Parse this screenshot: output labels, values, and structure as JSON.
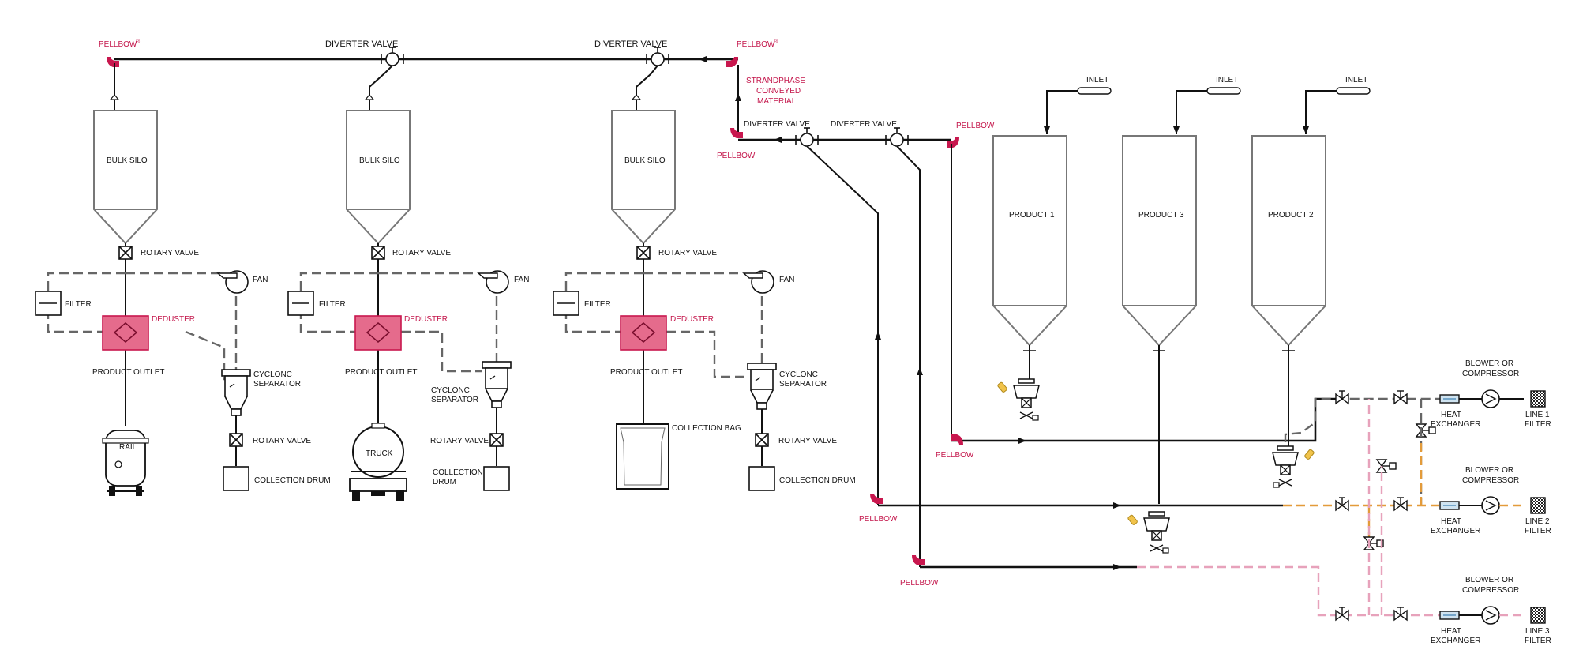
{
  "labels": {
    "pellbow": "PELLBOW",
    "reg": "®",
    "diverter_valve": "DIVERTER VALVE",
    "strandphase_1": "STRANDPHASE",
    "strandphase_2": "CONVEYED",
    "strandphase_3": "MATERIAL",
    "bulk_silo": "BULK SILO",
    "rotary_valve": "ROTARY VALVE",
    "fan": "FAN",
    "filter": "FILTER",
    "deduster": "DEDUSTER",
    "product_outlet": "PRODUCT OUTLET",
    "cyclonc": "CYCLONC",
    "separator": "SEPARATOR",
    "collection_drum": "COLLECTION DRUM",
    "collection": "COLLECTION",
    "drum": "DRUM",
    "rail": "RAIL",
    "truck": "TRUCK",
    "collection_bag": "COLLECTION BAG",
    "inlet": "INLET",
    "product_1": "PRODUCT 1",
    "product_3": "PRODUCT 3",
    "product_2": "PRODUCT 2",
    "blower_1": "BLOWER OR",
    "blower_2": "COMPRESSOR",
    "heat_1": "HEAT",
    "heat_2": "EXCHANGER",
    "line1_1": "LINE 1",
    "line2_1": "LINE 2",
    "line3_1": "LINE 3",
    "line_filter": "FILTER"
  },
  "colors": {
    "brand_red": "#c8174e",
    "deduster_fill": "#e56b8c",
    "line1_dash": "#666666",
    "line2_dash": "#e39b3a",
    "line3_dash": "#e7a2bb"
  },
  "icons": [
    "diverter-valve-icon",
    "rotary-valve-icon",
    "fan-icon",
    "filter-icon",
    "deduster-icon",
    "cyclone-separator-icon",
    "rail-car-icon",
    "truck-icon",
    "collection-bag-icon",
    "collection-drum-icon",
    "blower-icon",
    "heat-exchanger-icon",
    "line-filter-icon",
    "pellbow-icon",
    "gate-valve-icon"
  ]
}
